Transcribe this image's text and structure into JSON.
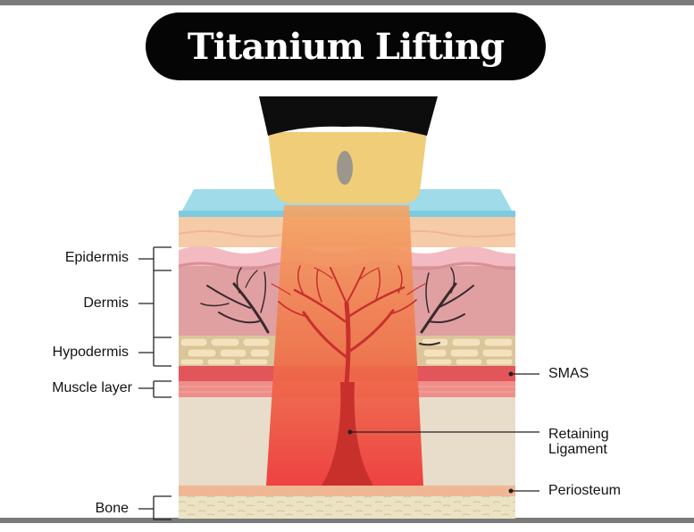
{
  "title": "Titanium Lifting",
  "left_labels": {
    "epidermis": "Epidermis",
    "dermis": "Dermis",
    "hypodermis": "Hypodermis",
    "muscle_layer": "Muscle layer",
    "bone": "Bone"
  },
  "right_labels": {
    "smas": "SMAS",
    "retaining_line1": "Retaining",
    "retaining_line2": "Ligament",
    "periosteum": "Periosteum"
  },
  "colors": {
    "title_bg": "#050505",
    "device_body": "#efcd79",
    "device_cap": "#0d0d0d",
    "gel": "#8fd6e6",
    "beam_top": "#f29b5c",
    "beam_bottom": "#ee3d3d",
    "tree": "#c8302c",
    "fat_cell": "#f3e2bd",
    "bone": "#ebe3c4"
  }
}
